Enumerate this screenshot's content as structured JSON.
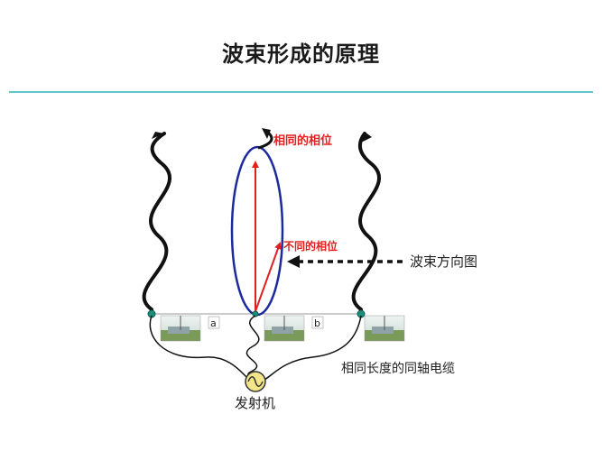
{
  "title": "波束形成的原理",
  "labels": {
    "same_phase": "相同的相位",
    "different_phase": "不同的相位",
    "beam_direction": "波束方向图",
    "coax": "相同长度的同轴电缆",
    "transmitter": "发射机",
    "a": "a",
    "b": "b"
  },
  "colors": {
    "divider": "#5fc7c7",
    "beam_lobe": "#1c2a9c",
    "phase_arrow": "#e02020",
    "phase_text": "#e02020",
    "wave": "#111111",
    "antenna_node": "#1b8f7a",
    "transmitter_fill": "#f3e58a"
  },
  "icons": {
    "transmitter": "sine-source-icon",
    "antenna": "antenna-dot-icon",
    "photo": "field-photo-thumbnail"
  }
}
